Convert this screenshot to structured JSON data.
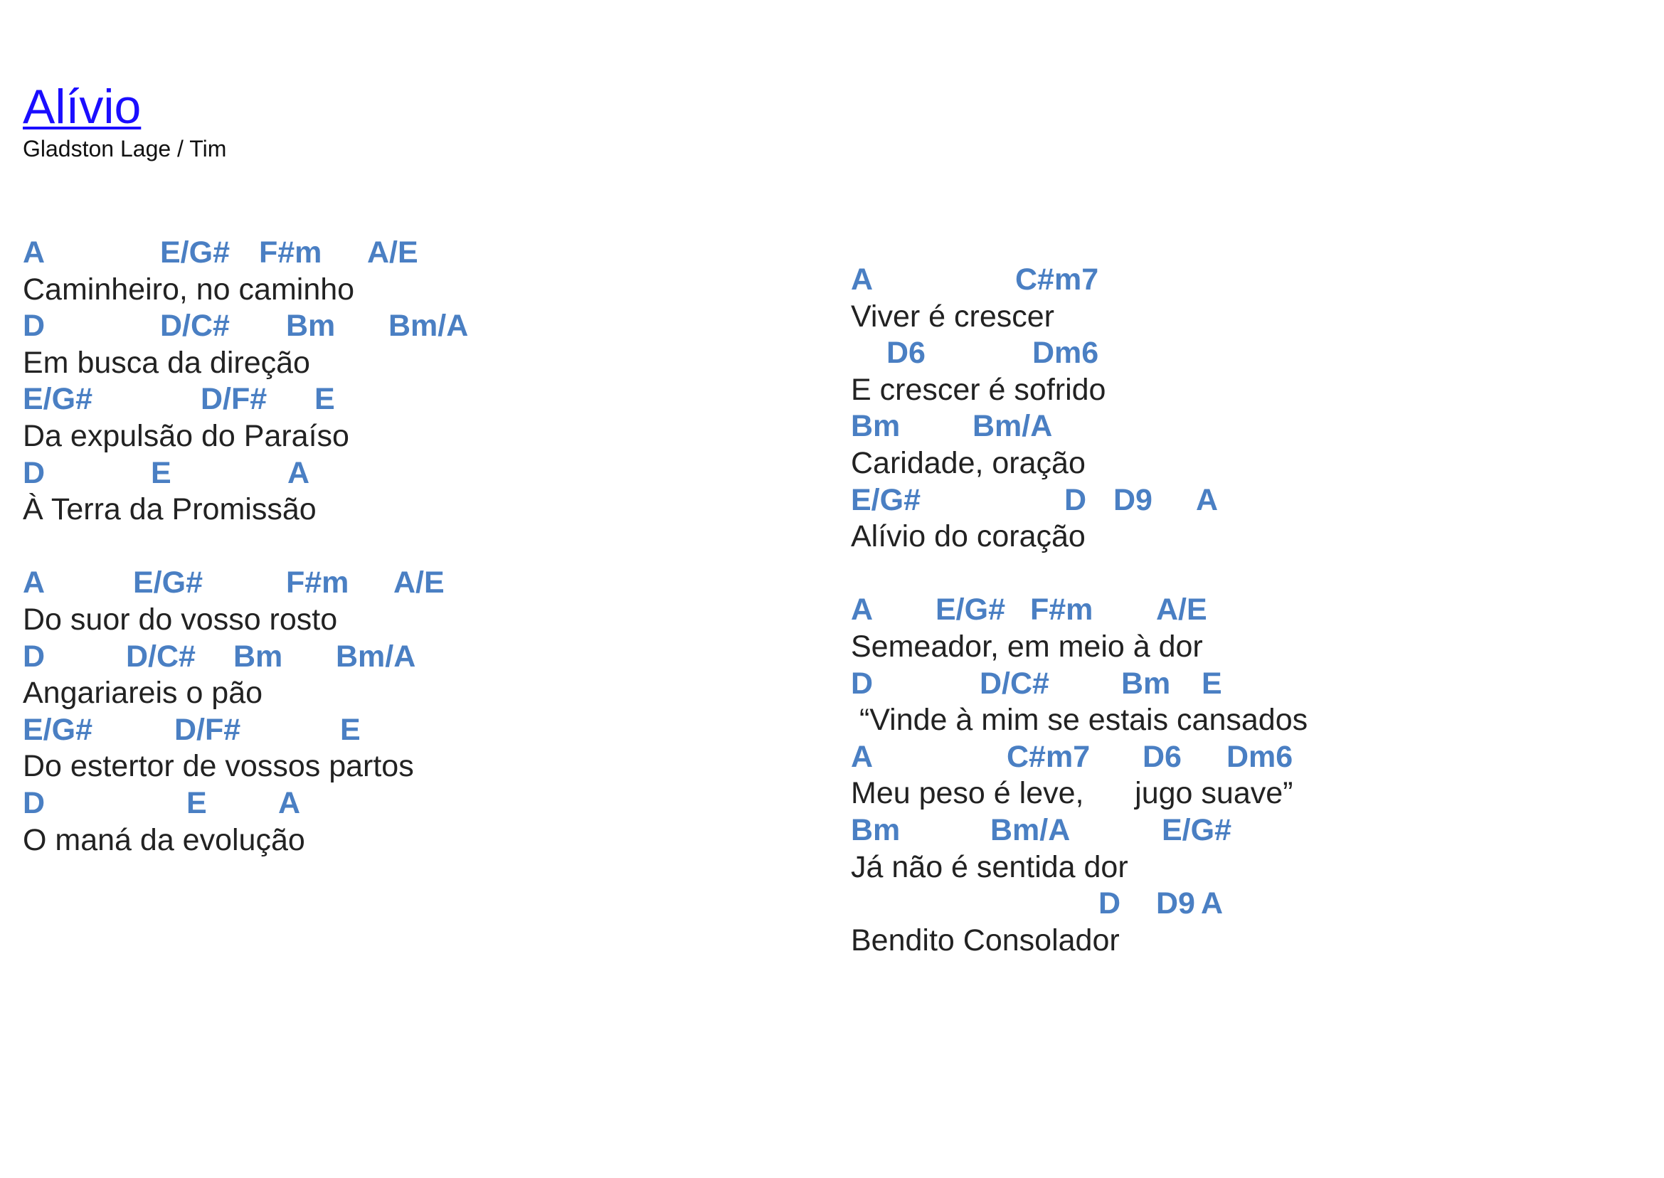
{
  "song": {
    "title": "Alívio",
    "authors": "Gladston Lage / Tim"
  },
  "colors": {
    "title_link": "#1a0dff",
    "chords": "#4a7fc3",
    "lyrics": "#222222"
  },
  "columns": [
    {
      "stanzas": [
        {
          "lines": [
            {
              "chords": [
                "A",
                "E/G#",
                "F#m",
                "A/E"
              ],
              "lyric": "Caminheiro, no caminho"
            },
            {
              "chords": [
                "D",
                "D/C#",
                "Bm",
                "Bm/A"
              ],
              "lyric": "Em busca da direção"
            },
            {
              "chords": [
                "E/G#",
                "D/F#",
                "E"
              ],
              "lyric": "Da expulsão do Paraíso"
            },
            {
              "chords": [
                "D",
                "E",
                "A"
              ],
              "lyric": "À Terra da Promissão"
            }
          ]
        },
        {
          "lines": [
            {
              "chords": [
                "A",
                "E/G#",
                "F#m",
                "A/E"
              ],
              "lyric": "Do suor do vosso rosto"
            },
            {
              "chords": [
                "D",
                "D/C#",
                "Bm",
                "Bm/A"
              ],
              "lyric": "Angariareis o pão"
            },
            {
              "chords": [
                "E/G#",
                "D/F#",
                "E"
              ],
              "lyric": "Do estertor de vossos partos"
            },
            {
              "chords": [
                "D",
                "E",
                "A"
              ],
              "lyric": "O maná da evolução"
            }
          ]
        }
      ]
    },
    {
      "stanzas": [
        {
          "lines": [
            {
              "chords": [
                "A",
                "C#m7"
              ],
              "lyric": "Viver é crescer"
            },
            {
              "chords": [
                "D6",
                "Dm6"
              ],
              "lyric": "E crescer é sofrido"
            },
            {
              "chords": [
                "Bm",
                "Bm/A"
              ],
              "lyric": "Caridade, oração"
            },
            {
              "chords": [
                "E/G#",
                "D",
                "D9",
                "A"
              ],
              "lyric": "Alívio do coração"
            }
          ]
        },
        {
          "lines": [
            {
              "chords": [
                "A",
                "E/G#",
                "F#m",
                "A/E"
              ],
              "lyric": "Semeador, em meio à dor"
            },
            {
              "chords": [
                "D",
                "D/C#",
                "Bm",
                "E"
              ],
              "lyric": " “Vinde à mim se estais cansados"
            },
            {
              "chords": [
                "A",
                "C#m7",
                "D6",
                "Dm6"
              ],
              "lyric": "Meu peso é leve,      jugo suave”"
            },
            {
              "chords": [
                "Bm",
                "Bm/A",
                "E/G#"
              ],
              "lyric": "Já não é sentida dor"
            },
            {
              "chords": [
                "D",
                "D9",
                "A"
              ],
              "lyric": "Bendito Consolador"
            }
          ]
        }
      ]
    }
  ]
}
